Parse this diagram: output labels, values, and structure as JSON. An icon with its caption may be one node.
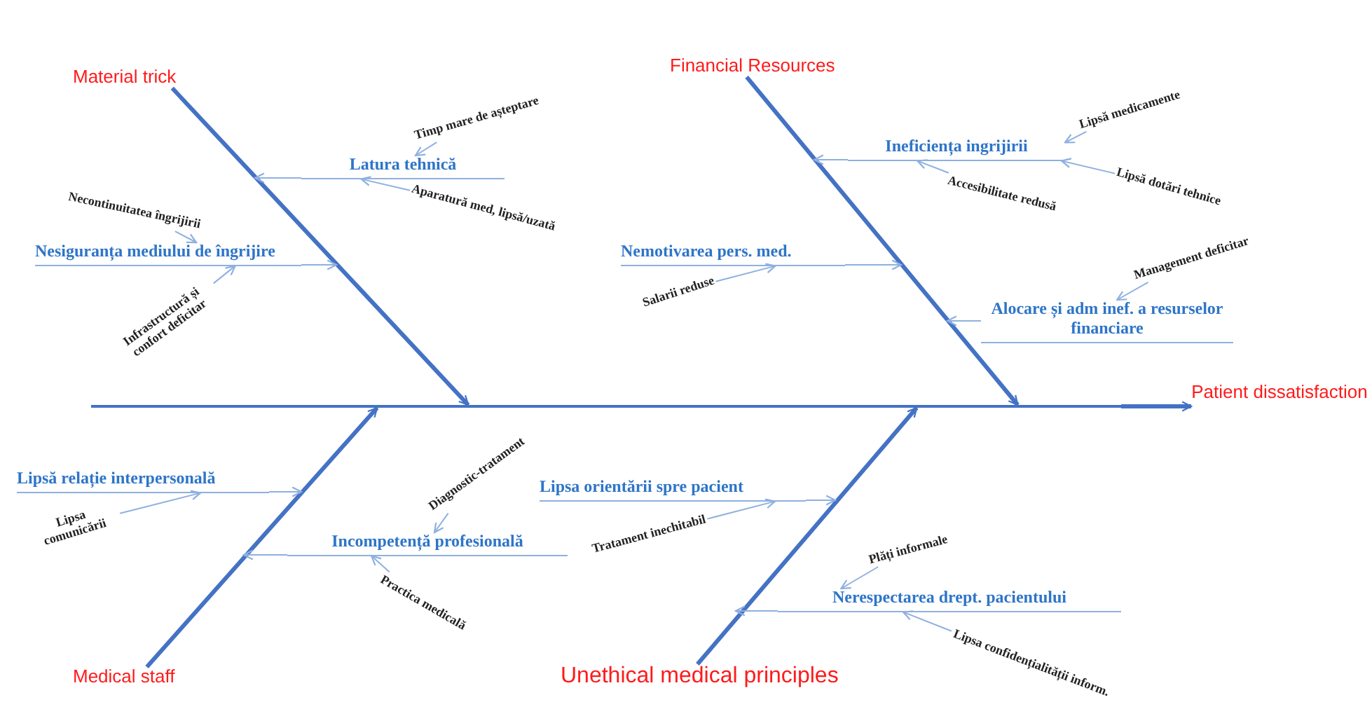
{
  "diagram": {
    "nodes": [
      {
        "text": [
          "Material trick"
        ]
      },
      {
        "text": [
          "Latura tehnică"
        ]
      },
      {
        "text": [
          "Timp mare de așteptare"
        ]
      },
      {
        "text": [
          "Aparatură med, lipsă/uzată"
        ]
      },
      {
        "text": [
          "Necontinuitatea îngrijirii"
        ]
      },
      {
        "text": [
          "Nesiguranța mediului de îngrijire"
        ]
      },
      {
        "text": [
          "Infrastructură și confort deficitar"
        ]
      },
      {
        "text": [
          "Financial Resources"
        ]
      },
      {
        "text": [
          "Ineficiența ingrijirii"
        ]
      },
      {
        "text": [
          "Lipsă medicamente"
        ]
      },
      {
        "text": [
          "Accesibilitate redusă"
        ]
      },
      {
        "text": [
          "Lipsă dotări tehnice"
        ]
      },
      {
        "text": [
          "Nemotivarea pers. med."
        ]
      },
      {
        "text": [
          "Salarii reduse"
        ]
      },
      {
        "text": [
          "Management deficitar"
        ]
      },
      {
        "text": [
          "Alocare și adm inef. a resurselor financiare"
        ]
      },
      {
        "text": [
          "Patient dissatisfaction"
        ]
      },
      {
        "text": [
          "Lipsă relație interpersonală"
        ]
      },
      {
        "text": [
          "Lipsa comunicării"
        ]
      },
      {
        "text": [
          "Medical staff"
        ]
      },
      {
        "text": [
          "Diagnostic-tratament"
        ]
      },
      {
        "text": [
          "Incompetență profesională"
        ]
      },
      {
        "text": [
          "Practica medicală"
        ]
      },
      {
        "text": [
          "Lipsa orientării spre pacient"
        ]
      },
      {
        "text": [
          "Tratament inechitabil"
        ]
      },
      {
        "text": [
          "Unethical medical principles"
        ]
      },
      {
        "text": [
          "Nerespectarea drept. pacientului"
        ]
      },
      {
        "text": [
          "Plăți informale"
        ]
      },
      {
        "text": [
          "Lipsa confidențialității inform."
        ]
      },
      {
        "text": [],
        "shape": "bar"
      }
    ],
    "edges": [
      {
        "from": 29,
        "to": 16,
        "arrow": "to",
        "style": "thick",
        "color": "#4472c4"
      },
      {
        "from": 0,
        "to": 29,
        "arrow": "to",
        "style": "thick",
        "color": "#4472c4"
      },
      {
        "from": 7,
        "to": 29,
        "arrow": "to",
        "style": "thick",
        "color": "#4472c4"
      },
      {
        "from": 19,
        "to": 29,
        "arrow": "to",
        "style": "thick",
        "color": "#4472c4"
      },
      {
        "from": 25,
        "to": 29,
        "arrow": "to",
        "style": "thick",
        "color": "#4472c4"
      },
      {
        "from": 1,
        "to": null,
        "arrow": "to"
      },
      {
        "from": 2,
        "to": 1,
        "arrow": "to"
      },
      {
        "from": 3,
        "to": 1,
        "arrow": "to"
      },
      {
        "from": 4,
        "to": 5,
        "arrow": "to"
      },
      {
        "from": 5,
        "to": null,
        "arrow": "to"
      },
      {
        "from": 6,
        "to": 5,
        "arrow": "to"
      },
      {
        "from": 8,
        "to": null,
        "arrow": "to"
      },
      {
        "from": 9,
        "to": 8,
        "arrow": "to"
      },
      {
        "from": 10,
        "to": 8,
        "arrow": "to"
      },
      {
        "from": 11,
        "to": 8,
        "arrow": "to"
      },
      {
        "from": 12,
        "to": null,
        "arrow": "to"
      },
      {
        "from": 13,
        "to": 12,
        "arrow": "to"
      },
      {
        "from": 14,
        "to": 15,
        "arrow": "to"
      },
      {
        "from": 15,
        "to": null,
        "arrow": "to"
      },
      {
        "from": 17,
        "to": null,
        "arrow": "to"
      },
      {
        "from": 18,
        "to": 17,
        "arrow": "to"
      },
      {
        "from": 20,
        "to": 21,
        "arrow": "to"
      },
      {
        "from": 21,
        "to": null,
        "arrow": "to"
      },
      {
        "from": 22,
        "to": 21,
        "arrow": "to"
      },
      {
        "from": 23,
        "to": null,
        "arrow": "to"
      },
      {
        "from": 24,
        "to": 23,
        "arrow": "to"
      },
      {
        "from": 26,
        "to": null,
        "arrow": "to"
      },
      {
        "from": 27,
        "to": 26,
        "arrow": "to"
      },
      {
        "from": 28,
        "to": 26,
        "arrow": "to"
      }
    ]
  }
}
